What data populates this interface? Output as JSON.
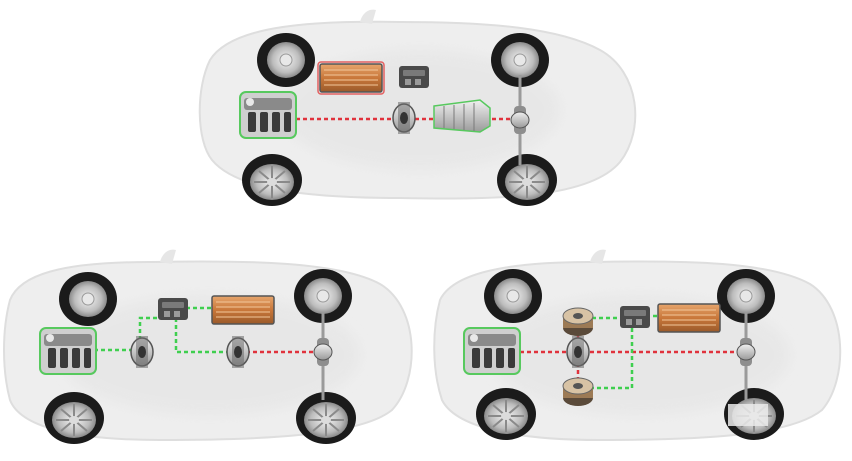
{
  "diagram": {
    "colors": {
      "background": "#ffffff",
      "car_body": "#eeeeee",
      "car_outline": "#dedede",
      "tire": "#1a1a1a",
      "rim": "#c8c8c8",
      "mechanical_link": "#e0323c",
      "electrical_link": "#3fcf4f",
      "battery": "#d98a4a",
      "component_dark": "#4a4a4a"
    },
    "layouts": [
      {
        "id": "top",
        "links": [
          "mechanical",
          "mechanical"
        ]
      },
      {
        "id": "bottom-left",
        "links": [
          "electrical",
          "electrical",
          "mechanical"
        ]
      },
      {
        "id": "bottom-right",
        "links": [
          "mechanical",
          "electrical",
          "electrical"
        ]
      }
    ]
  }
}
